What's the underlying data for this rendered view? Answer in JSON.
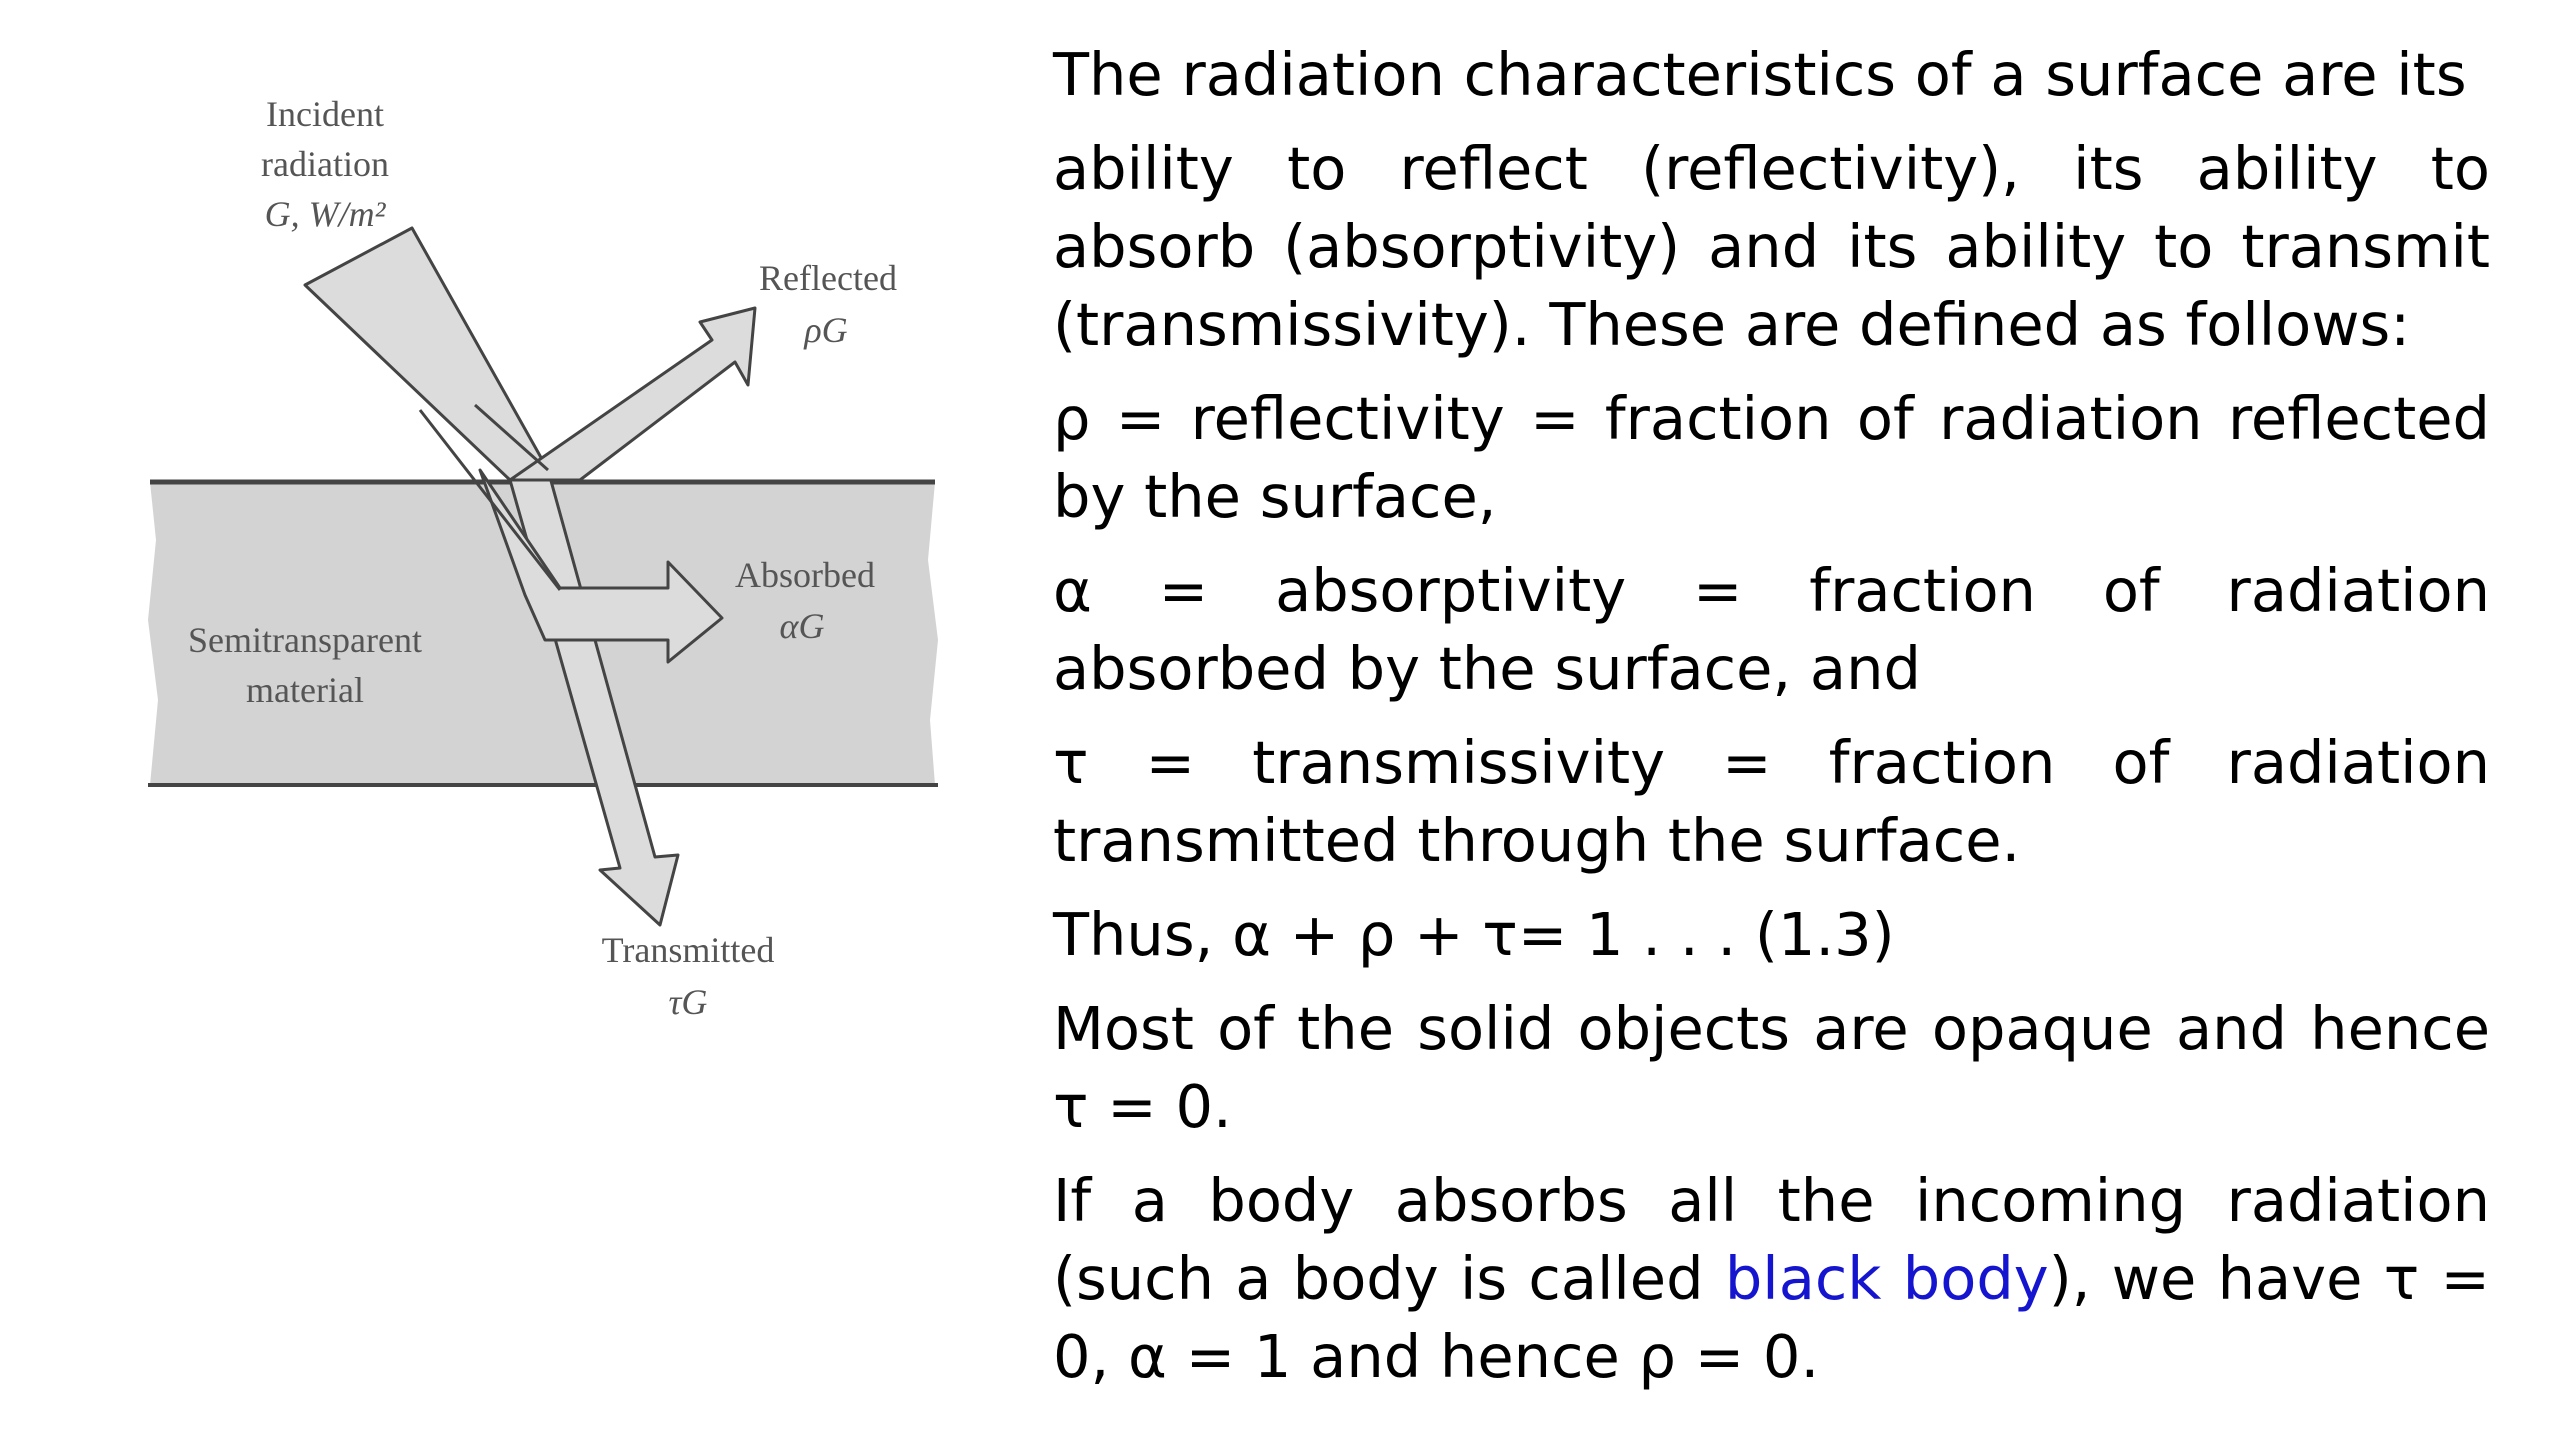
{
  "diagram": {
    "incident_line1": "Incident",
    "incident_line2": "radiation",
    "incident_line3": "G, W/m²",
    "reflected_line1": "Reflected",
    "reflected_line2": "ρG",
    "absorbed_line1": "Absorbed",
    "absorbed_line2": "αG",
    "material_line1": "Semitransparent",
    "material_line2": "material",
    "transmitted_line1": "Transmitted",
    "transmitted_line2": "τG"
  },
  "text": {
    "p1": "The radiation characteristics of a surface are its",
    "p2": "ability to reflect (reflectivity), its ability to absorb (absorptivity) and its ability to transmit (transmissivity). These are defined as follows:",
    "p3": "ρ = reflectivity = fraction of radiation reflected by the surface,",
    "p4": "α = absorptivity = fraction of radiation absorbed by the surface, and",
    "p5": "τ = transmissivity = fraction of radiation transmitted through the surface.",
    "p6": "Thus, α + ρ + τ= 1 . . . (1.3)",
    "p7": "Most of the solid objects are opaque and hence τ = 0.",
    "p8_before": "If a body absorbs all the incoming radiation (such a body is called ",
    "p8_link": "black body",
    "p8_after": "), we have τ = 0, α = 1 and hence ρ = 0."
  },
  "colors": {
    "material_fill": "#d3d3d3",
    "arrow_fill": "#dcdcdc",
    "line": "#444444",
    "link": "#1515d0"
  }
}
